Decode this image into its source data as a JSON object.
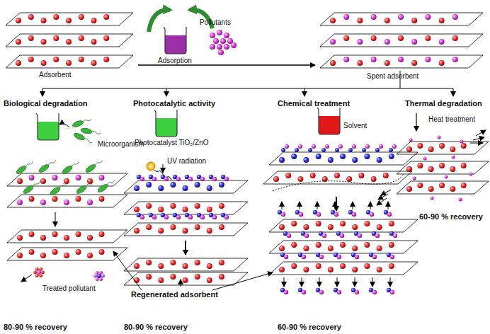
{
  "diagram": {
    "labels": [
      "Adsorbent",
      "Adsorption",
      "Pollutants",
      "Spent adsorbent",
      "Biological degradation",
      "Photocatalytic activity",
      "Chemical treatment",
      "Thermal degradation",
      "Microorganism",
      "Photocatalyst TiO₂/ZnO",
      "UV radiation",
      "Solvent",
      "Heat treatment",
      "Treated pollutant",
      "Regenerated adsorbent",
      "80-90 % recovery",
      "80-90 % recovery",
      "60-90 % recovery",
      "60-90 % recovery"
    ]
  }
}
